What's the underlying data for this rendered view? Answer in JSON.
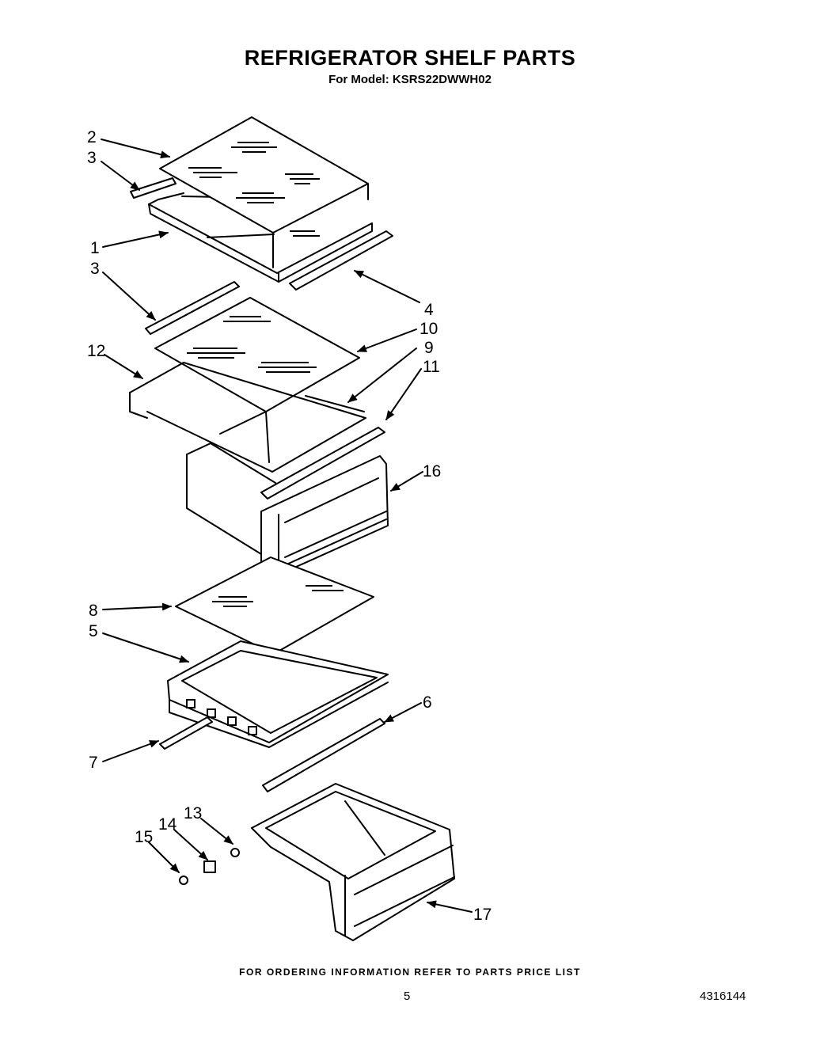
{
  "header": {
    "title": "REFRIGERATOR SHELF PARTS",
    "model": "For Model: KSRS22DWWH02"
  },
  "footer": {
    "note": "FOR ORDERING INFORMATION REFER TO PARTS PRICE LIST",
    "page_number": "5",
    "document_number": "4316144"
  },
  "callouts": [
    {
      "id": "c2a",
      "label": "2"
    },
    {
      "id": "c3a",
      "label": "3"
    },
    {
      "id": "c1",
      "label": "1"
    },
    {
      "id": "c3b",
      "label": "3"
    },
    {
      "id": "c4",
      "label": "4"
    },
    {
      "id": "c10",
      "label": "10"
    },
    {
      "id": "c12",
      "label": "12"
    },
    {
      "id": "c9",
      "label": "9"
    },
    {
      "id": "c11",
      "label": "11"
    },
    {
      "id": "c16",
      "label": "16"
    },
    {
      "id": "c8",
      "label": "8"
    },
    {
      "id": "c5",
      "label": "5"
    },
    {
      "id": "c6",
      "label": "6"
    },
    {
      "id": "c7",
      "label": "7"
    },
    {
      "id": "c13",
      "label": "13"
    },
    {
      "id": "c14",
      "label": "14"
    },
    {
      "id": "c15",
      "label": "15"
    },
    {
      "id": "c17",
      "label": "17"
    }
  ]
}
